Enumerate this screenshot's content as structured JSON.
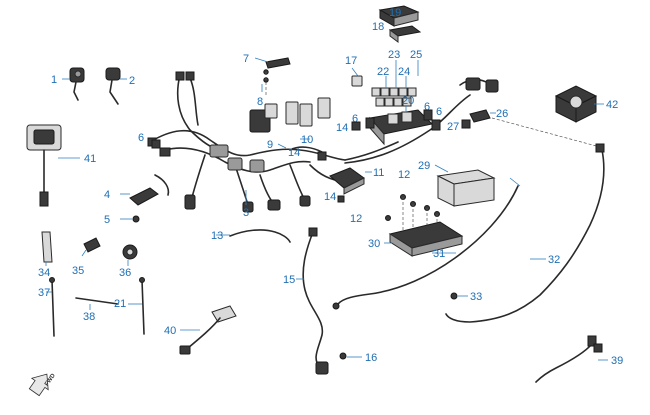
{
  "labels": {
    "n1": "1",
    "n2": "2",
    "n3": "3",
    "n4": "4",
    "n5": "5",
    "n6a": "6",
    "n6b": "6",
    "n6c": "6",
    "n6d": "6",
    "n7": "7",
    "n8": "8",
    "n9": "9",
    "n10": "10",
    "n11": "11",
    "n12a": "12",
    "n12b": "12",
    "n13": "13",
    "n14a": "14",
    "n14b": "14",
    "n14c": "14",
    "n15": "15",
    "n16": "16",
    "n17": "17",
    "n18": "18",
    "n19": "19",
    "n20": "20",
    "n21": "21",
    "n22": "22",
    "n23": "23",
    "n24": "24",
    "n25": "25",
    "n26": "26",
    "n27": "27",
    "n29": "29",
    "n30": "30",
    "n31": "31",
    "n32": "32",
    "n33": "33",
    "n34": "34",
    "n35": "35",
    "n36": "36",
    "n37": "37",
    "n38": "38",
    "n39": "39",
    "n40": "40",
    "n41": "41",
    "n42": "42"
  },
  "fwd_arrow": "FWD",
  "colors": {
    "callout": "#1f6fb3",
    "leader": "#2f7fc1",
    "line": "#2a2a2a"
  }
}
